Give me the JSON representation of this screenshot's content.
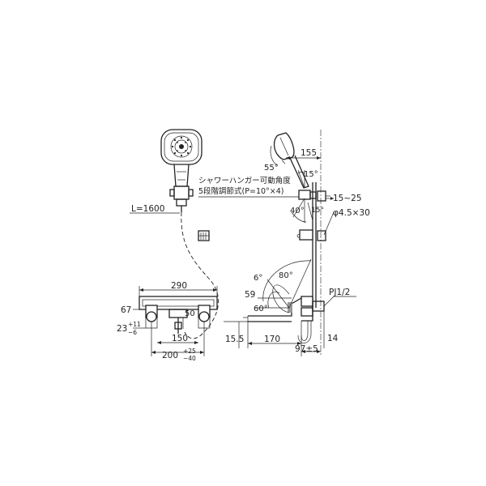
{
  "labels": {
    "hose_length": "L=1600",
    "hanger_line1": "シャワーハンガー可動角度",
    "hanger_line2": "5段階調節式(P=10°×4)",
    "dim_155": "155",
    "angle_55": "55°",
    "angle_15a": "15°",
    "angle_40": "40°",
    "angle_15b": "15°",
    "dim_15_25": "15~25",
    "dim_phi": "φ4.5×30",
    "dim_290": "290",
    "dim_67": "67",
    "dim_23": "23",
    "dim_23_tol_up": "+11",
    "dim_23_tol_dn": "−6",
    "dim_50": "50",
    "dim_150": "150",
    "dim_200": "200",
    "dim_200_tol_up": "+25",
    "dim_200_tol_dn": "−40",
    "angle_6": "6°",
    "angle_80": "80°",
    "dim_59": "59",
    "angle_60": "60°",
    "pipe_thread": "PJ1/2",
    "dim_15_5": "15.5",
    "dim_170": "170",
    "dim_97": "97±5",
    "dim_14": "14"
  }
}
